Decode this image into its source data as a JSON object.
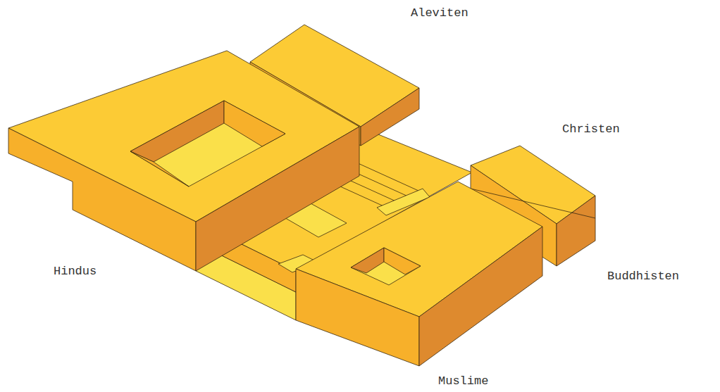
{
  "diagram": {
    "labels": [
      "Aleviten",
      "Christen",
      "Hindus",
      "Buddhisten",
      "Muslime"
    ]
  }
}
